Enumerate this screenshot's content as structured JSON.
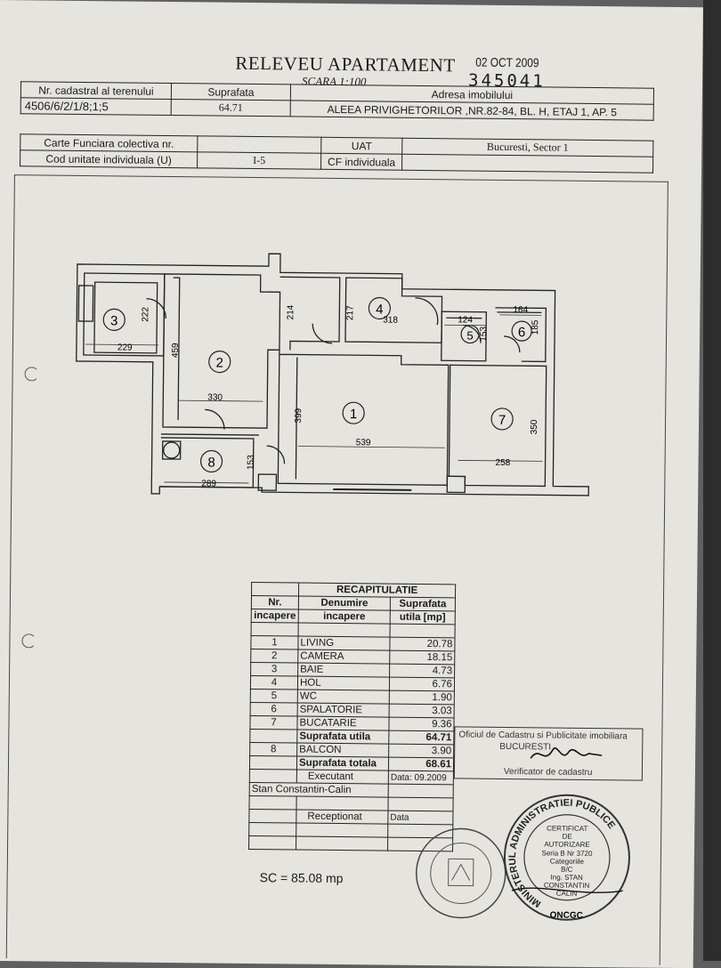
{
  "header": {
    "title": "RELEVEU APARTAMENT",
    "scale": "SCARA 1:100",
    "date": "02 OCT 2009",
    "registration_number": "345041"
  },
  "info_table": {
    "row1": {
      "cadastral_label": "Nr. cadastral al terenului",
      "cadastral_value": "4506/6/2/1/8;1;5",
      "area_label": "Suprafata",
      "area_value": "64.71",
      "address_label": "Adresa imobilului",
      "address_value": "ALEEA PRIVIGHETORILOR ,NR.82-84, BL. H, ETAJ 1, AP. 5"
    },
    "row2": {
      "cf_label": "Carte Funciara colectiva nr.",
      "cod_label": "Cod unitate individuala (U)",
      "cod_value": "I-5",
      "uat_label": "UAT",
      "cf_ind_label": "CF individuala",
      "uat_value": "Bucuresti, Sector 1"
    }
  },
  "plan": {
    "rooms": [
      "1",
      "2",
      "3",
      "4",
      "5",
      "6",
      "7",
      "8"
    ],
    "dimensions": [
      "222",
      "229",
      "459",
      "214",
      "217",
      "318",
      "124",
      "153",
      "164",
      "185",
      "330",
      "399",
      "539",
      "350",
      "258",
      "289",
      "153"
    ]
  },
  "recap": {
    "title": "RECAPITULATIE",
    "col_nr": [
      "Nr.",
      "incapere"
    ],
    "col_name": [
      "Denumire",
      "incapere"
    ],
    "col_area": [
      "Suprafata",
      "utila [mp]"
    ],
    "rows": [
      {
        "nr": "1",
        "name": "LIVING",
        "area": "20.78"
      },
      {
        "nr": "2",
        "name": "CAMERA",
        "area": "18.15"
      },
      {
        "nr": "3",
        "name": "BAIE",
        "area": "4.73"
      },
      {
        "nr": "4",
        "name": "HOL",
        "area": "6.76"
      },
      {
        "nr": "5",
        "name": "WC",
        "area": "1.90"
      },
      {
        "nr": "6",
        "name": "SPALATORIE",
        "area": "3.03"
      },
      {
        "nr": "7",
        "name": "BUCATARIE",
        "area": "9.36"
      }
    ],
    "util_label": "Suprafata utila",
    "util_value": "64.71",
    "balcon": {
      "nr": "8",
      "name": "BALCON",
      "area": "3.90"
    },
    "total_label": "Suprafata totala",
    "total_value": "68.61",
    "executant_label": "Executant",
    "executant_date": "Data: 09.2009",
    "executant_name": "Stan Constantin-Calin",
    "receptionat_label": "Receptionat",
    "receptionat_date": "Data"
  },
  "footer": {
    "sc": "SC = 85.08 mp"
  },
  "stamps": {
    "office_line1": "Oficiul de Cadastru si Publicitate imobiliara",
    "office_line2": "BUCURESTI",
    "office_line3": "Verificator de cadastru",
    "cert_ring": "MINISTERUL ADMINISTRATIEI PUBLICE",
    "cert_bottom": "ONCGC",
    "cert_l1": "CERTIFICAT",
    "cert_l2": "DE",
    "cert_l3": "AUTORIZARE",
    "cert_l4": "Seria B Nr 3720",
    "cert_l5": "Categoriile",
    "cert_l6": "B/C",
    "cert_l7": "Ing. STAN",
    "cert_l8": "CONSTANTIN",
    "cert_l9": "CALIN"
  }
}
